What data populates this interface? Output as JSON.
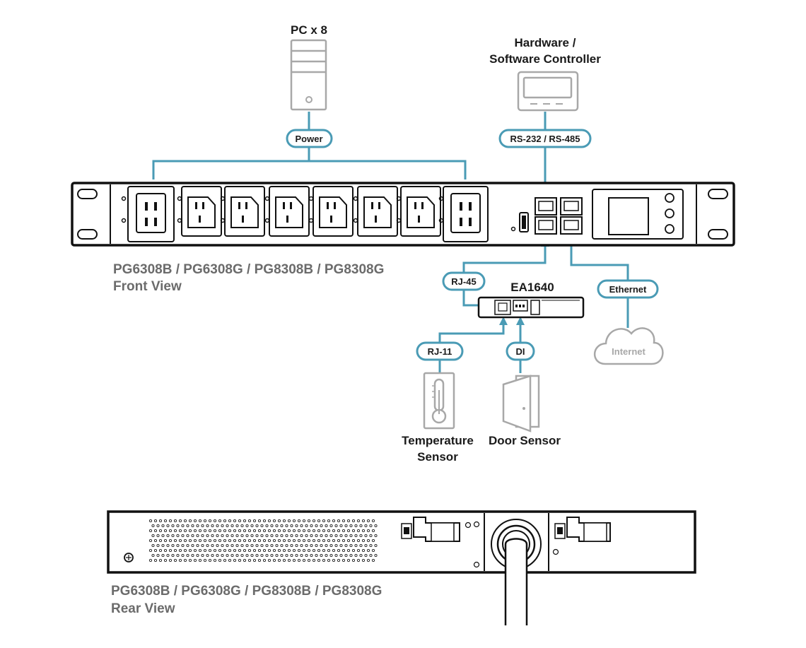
{
  "devices": {
    "pc_label": "PC x 8",
    "controller_label_line1": "Hardware /",
    "controller_label_line2": "Software Controller",
    "ea_label": "EA1640",
    "temperature_line1": "Temperature",
    "temperature_line2": "Sensor",
    "door_label": "Door Sensor",
    "internet_label": "Internet"
  },
  "connections": {
    "power": "Power",
    "rs": "RS-232 / RS-485",
    "rj45": "RJ-45",
    "ethernet": "Ethernet",
    "rj11": "RJ-11",
    "di": "DI"
  },
  "front_caption": {
    "line1": "PG6308B / PG6308G / PG8308B / PG8308G",
    "line2": "Front View"
  },
  "rear_caption": {
    "line1": "PG6308B / PG6308G / PG8308B / PG8308G",
    "line2": "Rear View"
  },
  "colors": {
    "wire": "#4a9bb5",
    "device_outline": "#a8a8a8",
    "caption": "#6b6b6b"
  }
}
